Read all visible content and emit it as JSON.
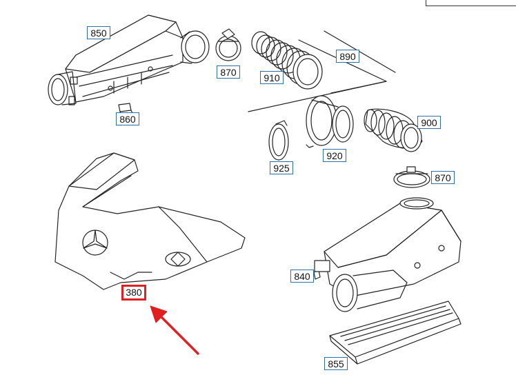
{
  "parts": [
    {
      "id": "p850",
      "number": "850",
      "name": "air-duct-upper"
    },
    {
      "id": "p870a",
      "number": "870",
      "name": "hose-clamp-upper"
    },
    {
      "id": "p910",
      "number": "910",
      "name": "corrugated-hose"
    },
    {
      "id": "p890",
      "number": "890",
      "name": "hose-kit"
    },
    {
      "id": "p860",
      "number": "860",
      "name": "rubber-mount"
    },
    {
      "id": "p900",
      "number": "900",
      "name": "intake-hose"
    },
    {
      "id": "p925",
      "number": "925",
      "name": "clamp-ring"
    },
    {
      "id": "p920",
      "number": "920",
      "name": "air-mass-sensor-ring"
    },
    {
      "id": "p870b",
      "number": "870",
      "name": "hose-clamp-lower"
    },
    {
      "id": "p380",
      "number": "380",
      "name": "engine-cover"
    },
    {
      "id": "p840",
      "number": "840",
      "name": "clip"
    },
    {
      "id": "p855",
      "number": "855",
      "name": "air-filter-element"
    }
  ],
  "highlighted_part": "380",
  "colors": {
    "label_border": "#2a6fa8",
    "highlight": "#e02020",
    "arrow": "#e02020",
    "line": "#222222"
  }
}
